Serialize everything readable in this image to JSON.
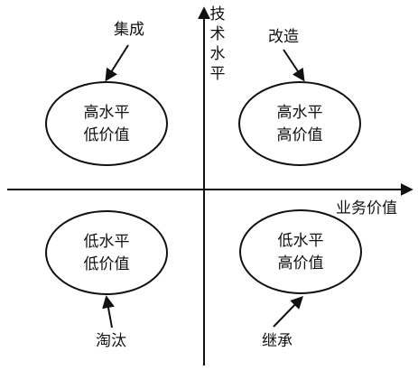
{
  "axes": {
    "y_label_chars": [
      "技",
      "术",
      "水",
      "平"
    ],
    "x_label": "业务价值"
  },
  "quadrants": {
    "top_left": {
      "line1": "高水平",
      "line2": "低价值",
      "strategy": "集成"
    },
    "top_right": {
      "line1": "高水平",
      "line2": "高价值",
      "strategy": "改造"
    },
    "bottom_left": {
      "line1": "低水平",
      "line2": "低价值",
      "strategy": "淘汰"
    },
    "bottom_right": {
      "line1": "低水平",
      "line2": "高价值",
      "strategy": "继承"
    }
  }
}
